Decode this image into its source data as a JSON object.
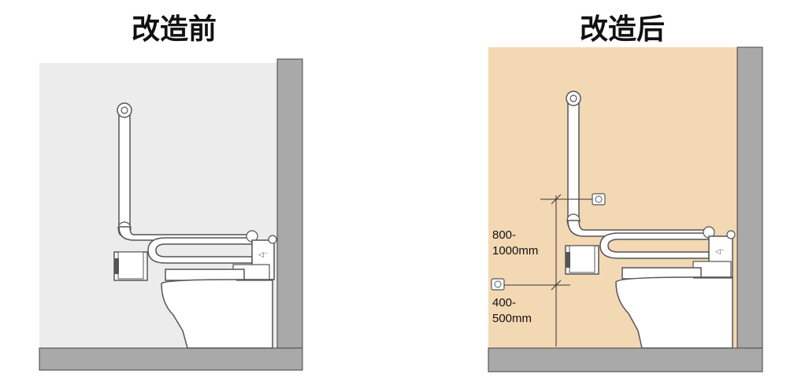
{
  "titles": {
    "before": "改造前",
    "after": "改造后"
  },
  "dimensions": {
    "upper_value": "800-",
    "upper_unit": "1000mm",
    "lower_value": "400-",
    "lower_unit": "500mm"
  },
  "colors": {
    "wall_before": "#ececec",
    "wall_after": "#f3d8b4",
    "structure": "#a9a9a9",
    "fixture_line": "#555555",
    "fixture_fill": "#ffffff"
  }
}
